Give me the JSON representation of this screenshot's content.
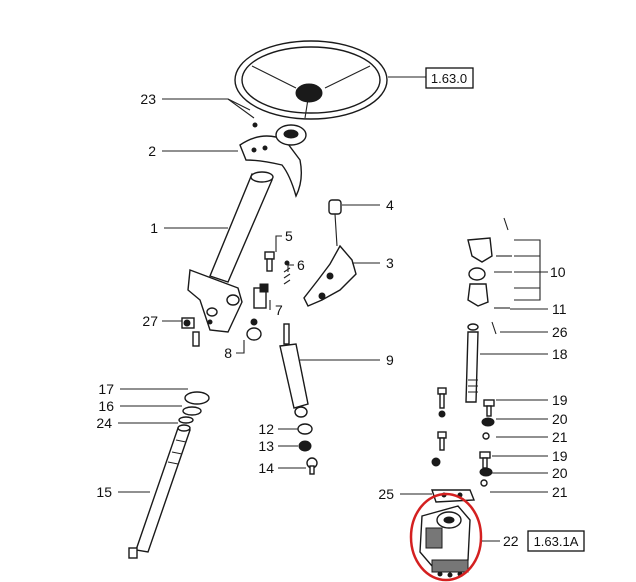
{
  "callouts": [
    {
      "num": "23"
    },
    {
      "num": "2"
    },
    {
      "num": "1"
    },
    {
      "num": "27"
    },
    {
      "num": "8"
    },
    {
      "num": "17"
    },
    {
      "num": "16"
    },
    {
      "num": "24"
    },
    {
      "num": "15"
    },
    {
      "num": "5"
    },
    {
      "num": "6"
    },
    {
      "num": "7"
    },
    {
      "num": "4"
    },
    {
      "num": "3"
    },
    {
      "num": "9"
    },
    {
      "num": "12"
    },
    {
      "num": "13"
    },
    {
      "num": "14"
    },
    {
      "num": "25"
    },
    {
      "num": "10"
    },
    {
      "num": "11"
    },
    {
      "num": "26"
    },
    {
      "num": "18"
    },
    {
      "num": "19"
    },
    {
      "num": "20"
    },
    {
      "num": "21"
    },
    {
      "num": "19"
    },
    {
      "num": "20"
    },
    {
      "num": "21"
    },
    {
      "num": "22"
    }
  ],
  "refs": {
    "steering_wheel": "1.63.0",
    "steering_unit": "1.63.1A"
  },
  "highlight_color": "#d42020"
}
